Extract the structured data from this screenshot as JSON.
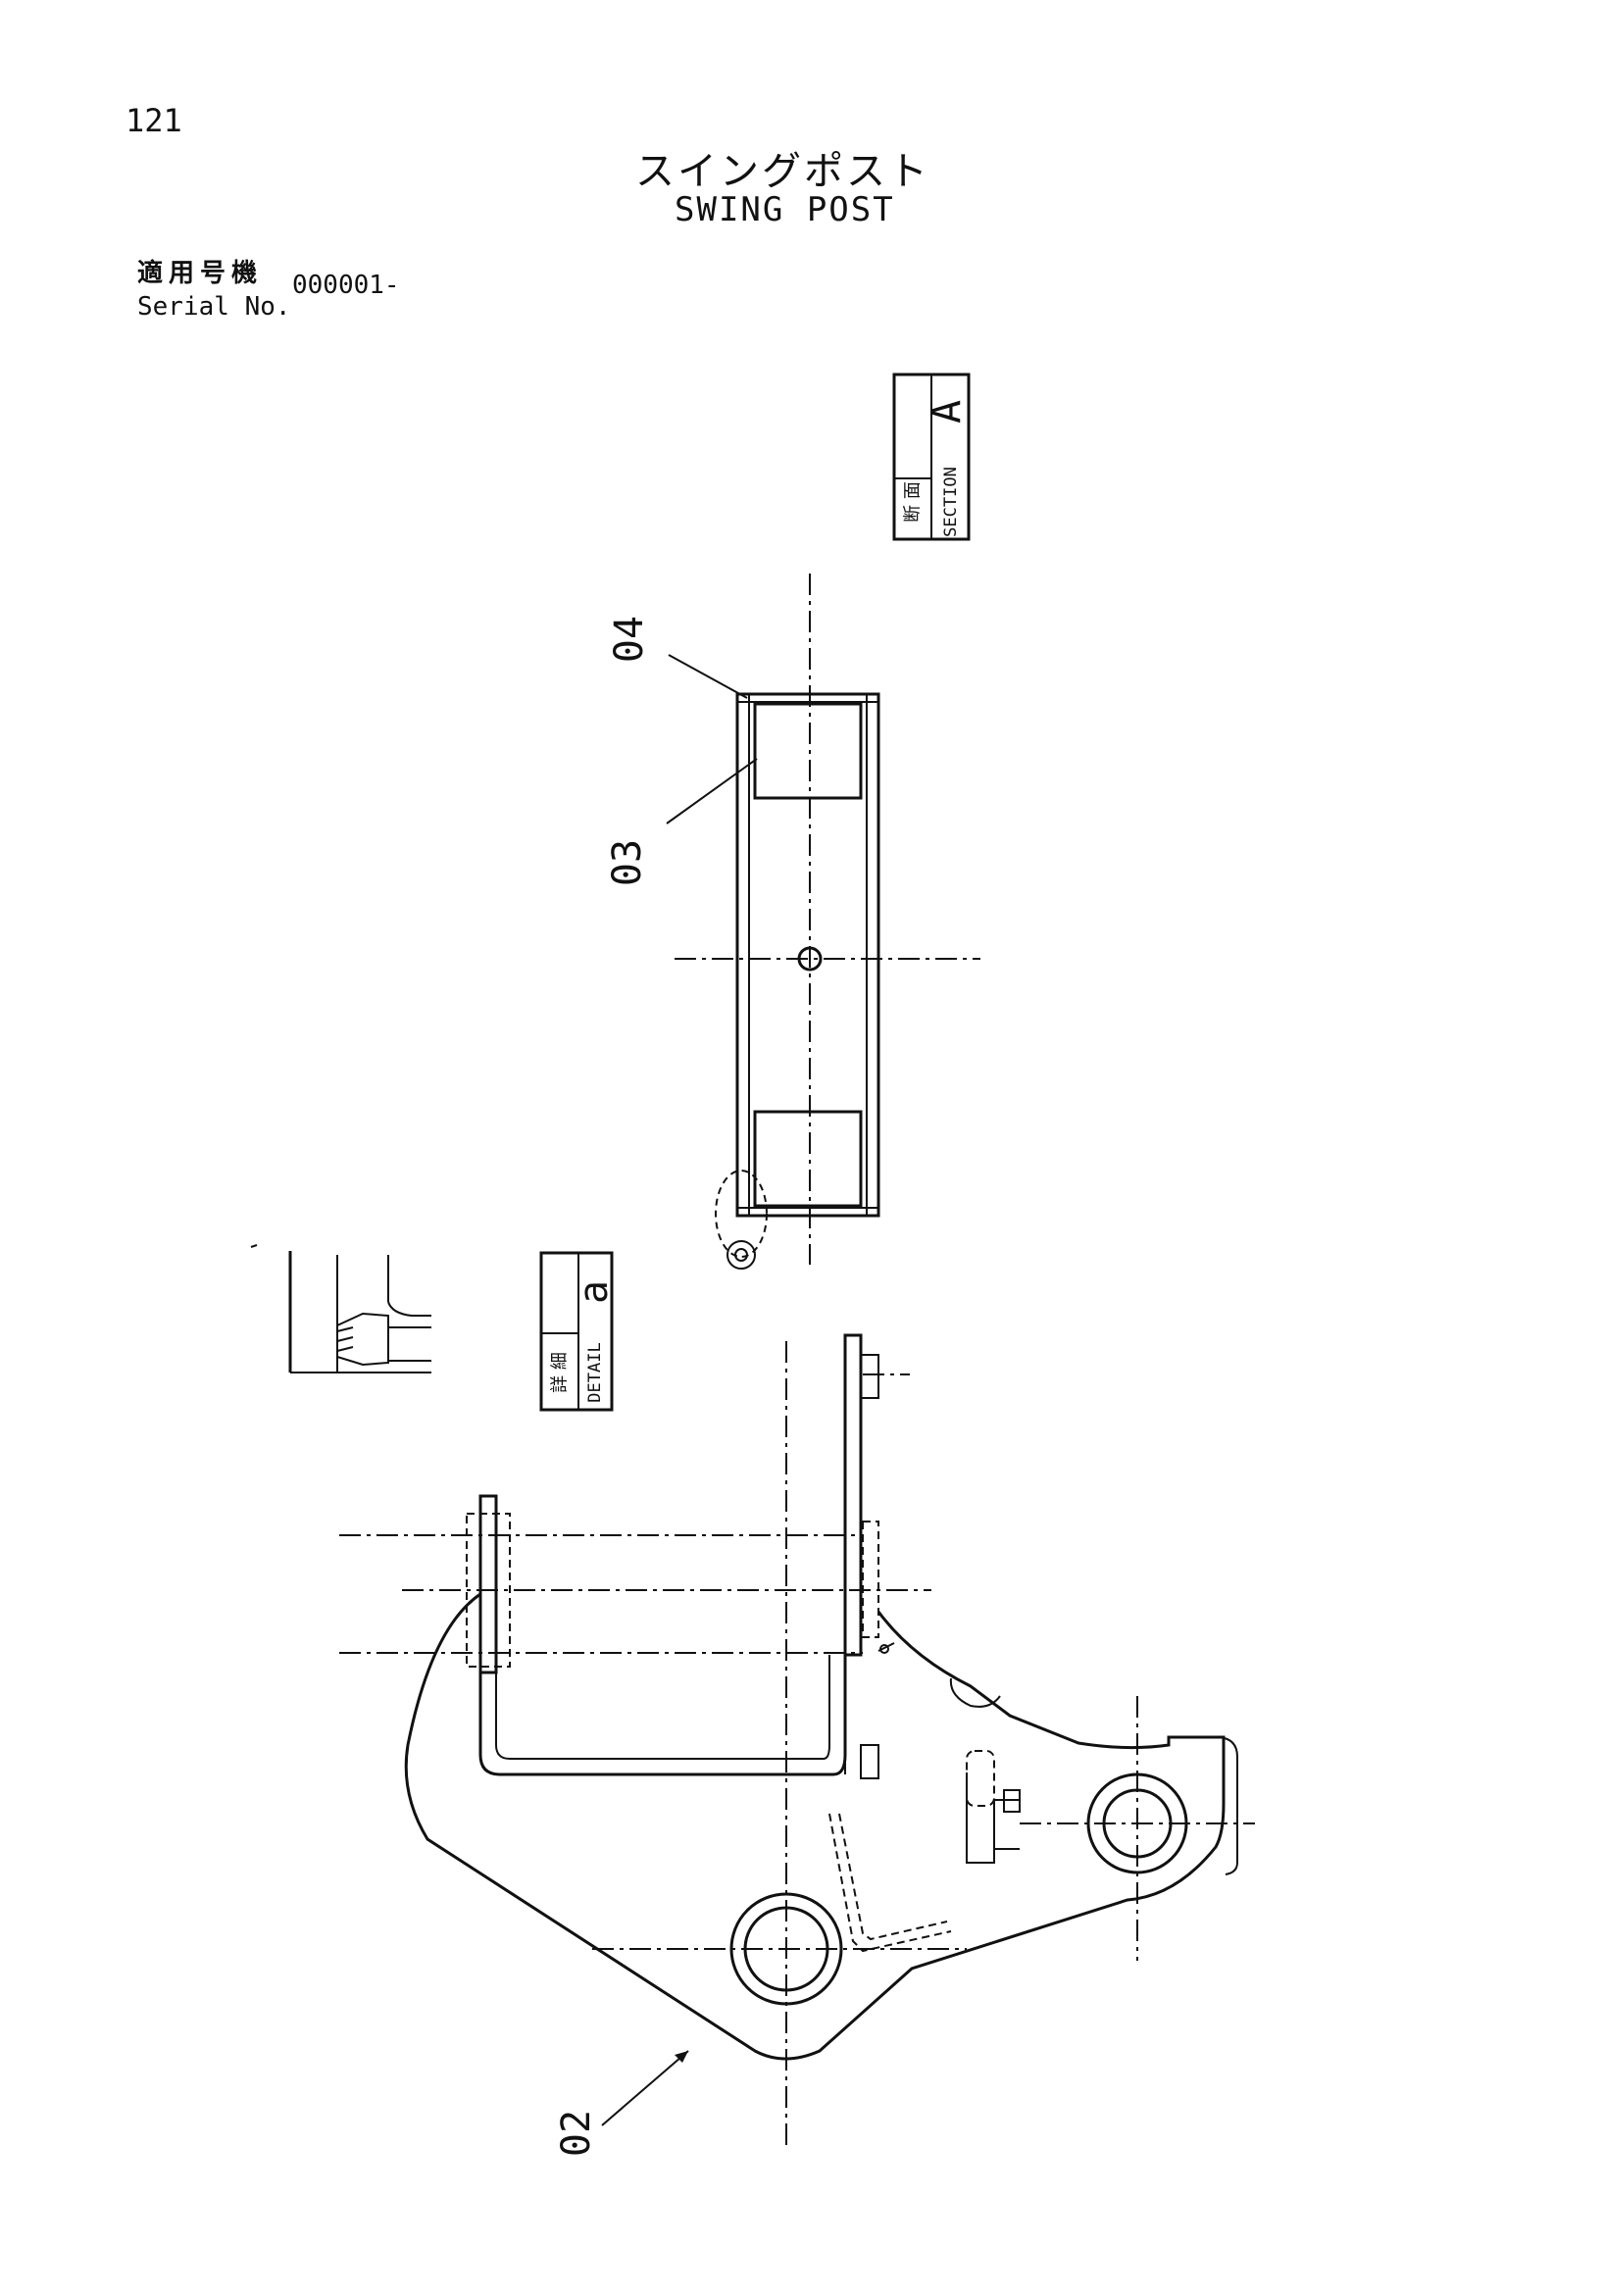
{
  "header": {
    "page_number": "121",
    "title_ja": "スイングポスト",
    "title_en": "SWING POST",
    "serial_label_ja": "適用号機",
    "serial_label_en": "Serial No.",
    "serial_value": "000001-"
  },
  "section_box": {
    "label_ja": "断 面",
    "label_en": "SECTION",
    "letter": "A"
  },
  "detail_box": {
    "label_ja": "詳 細",
    "label_en": "DETAIL",
    "letter": "a"
  },
  "part_callouts": [
    "04",
    "03",
    "02"
  ]
}
